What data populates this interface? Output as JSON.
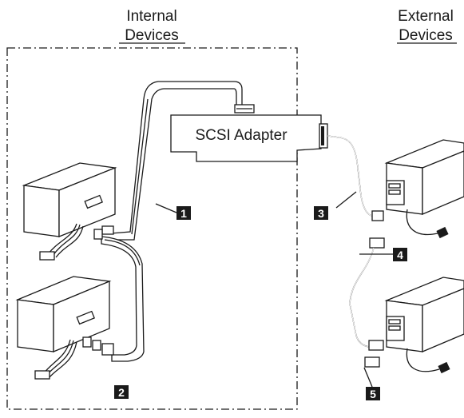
{
  "headers": {
    "internal_line1": "Internal",
    "internal_line2": "Devices",
    "external_line1": "External",
    "external_line2": "Devices"
  },
  "adapter": {
    "label": "SCSI Adapter"
  },
  "callouts": [
    "1",
    "2",
    "3",
    "4",
    "5"
  ],
  "colors": {
    "ink": "#1a1a1a",
    "paper": "#ffffff"
  }
}
